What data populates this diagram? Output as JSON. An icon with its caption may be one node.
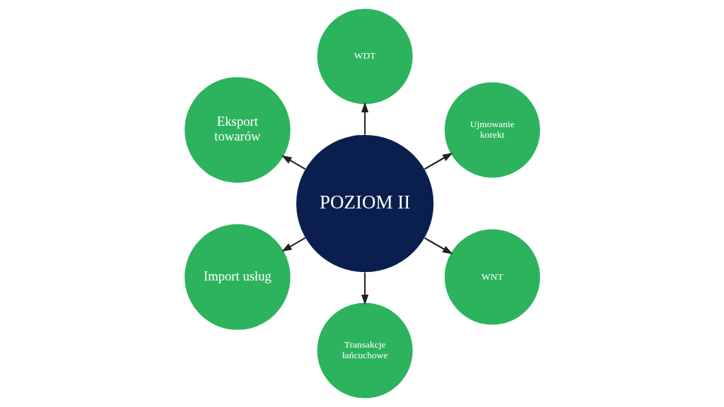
{
  "diagram": {
    "nodes": [
      {
        "text": [
          "POZIOM II"
        ]
      },
      {
        "text": [
          "Ujmowanie korekt"
        ]
      },
      {
        "text": [
          "WDT"
        ]
      },
      {
        "text": [
          "Eksport towarów"
        ]
      },
      {
        "text": [
          "Import usług"
        ]
      },
      {
        "text": [
          "Transakcje łańcuchowe"
        ]
      },
      {
        "text": [
          "WNT"
        ]
      }
    ],
    "edges": [
      {
        "from": 0,
        "to": 1,
        "arrow": "to"
      },
      {
        "from": 0,
        "to": 2,
        "arrow": "to"
      },
      {
        "from": 0,
        "to": 3,
        "arrow": "to"
      },
      {
        "from": 0,
        "to": 4,
        "arrow": "to"
      },
      {
        "from": 0,
        "to": 5,
        "arrow": "to"
      },
      {
        "from": 0,
        "to": 6,
        "arrow": "to"
      }
    ]
  }
}
